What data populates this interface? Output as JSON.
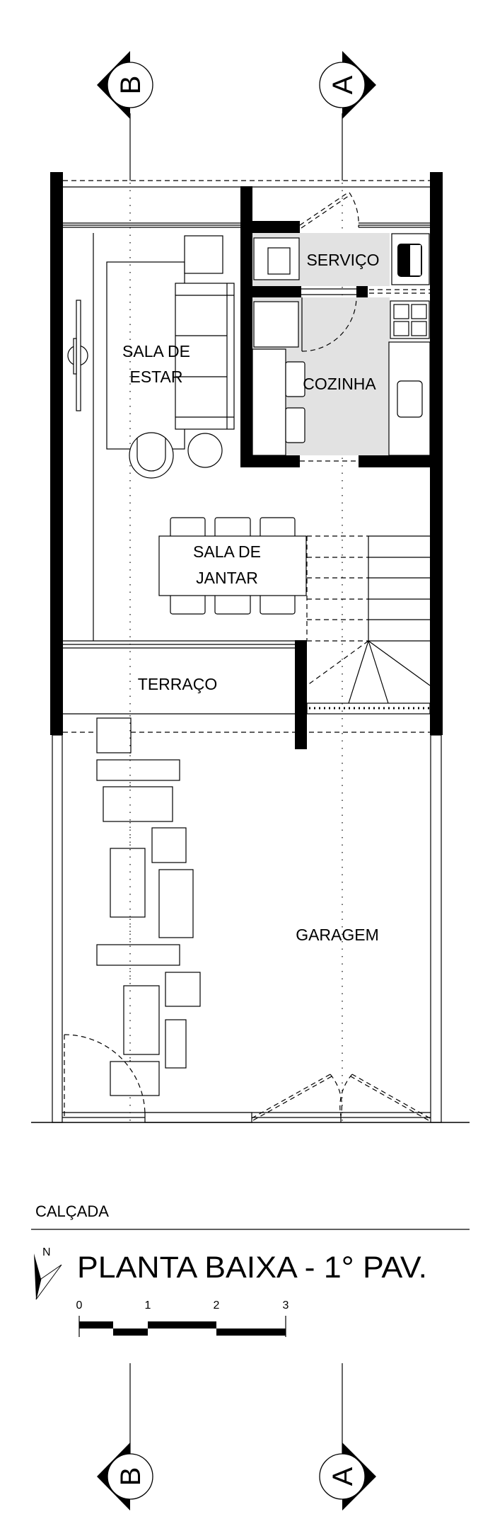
{
  "drawing": {
    "title": "PLANTA BAIXA - 1° PAV.",
    "street_label": "CALÇADA",
    "north_label": "N",
    "scale_bar": {
      "labels": [
        "0",
        "1",
        "2",
        "3"
      ],
      "unit_values": [
        0,
        1,
        2,
        3
      ]
    },
    "section_markers": {
      "left": "B",
      "right": "A"
    },
    "colors": {
      "wet_area": "#e2e2e2",
      "walls": "#000000"
    }
  },
  "rooms": {
    "servico": "SERVIÇO",
    "cozinha": "COZINHA",
    "sala_estar_1": "SALA DE",
    "sala_estar_2": "ESTAR",
    "sala_jantar_1": "SALA DE",
    "sala_jantar_2": "JANTAR",
    "terraco": "TERRAÇO",
    "garagem": "GARAGEM"
  }
}
